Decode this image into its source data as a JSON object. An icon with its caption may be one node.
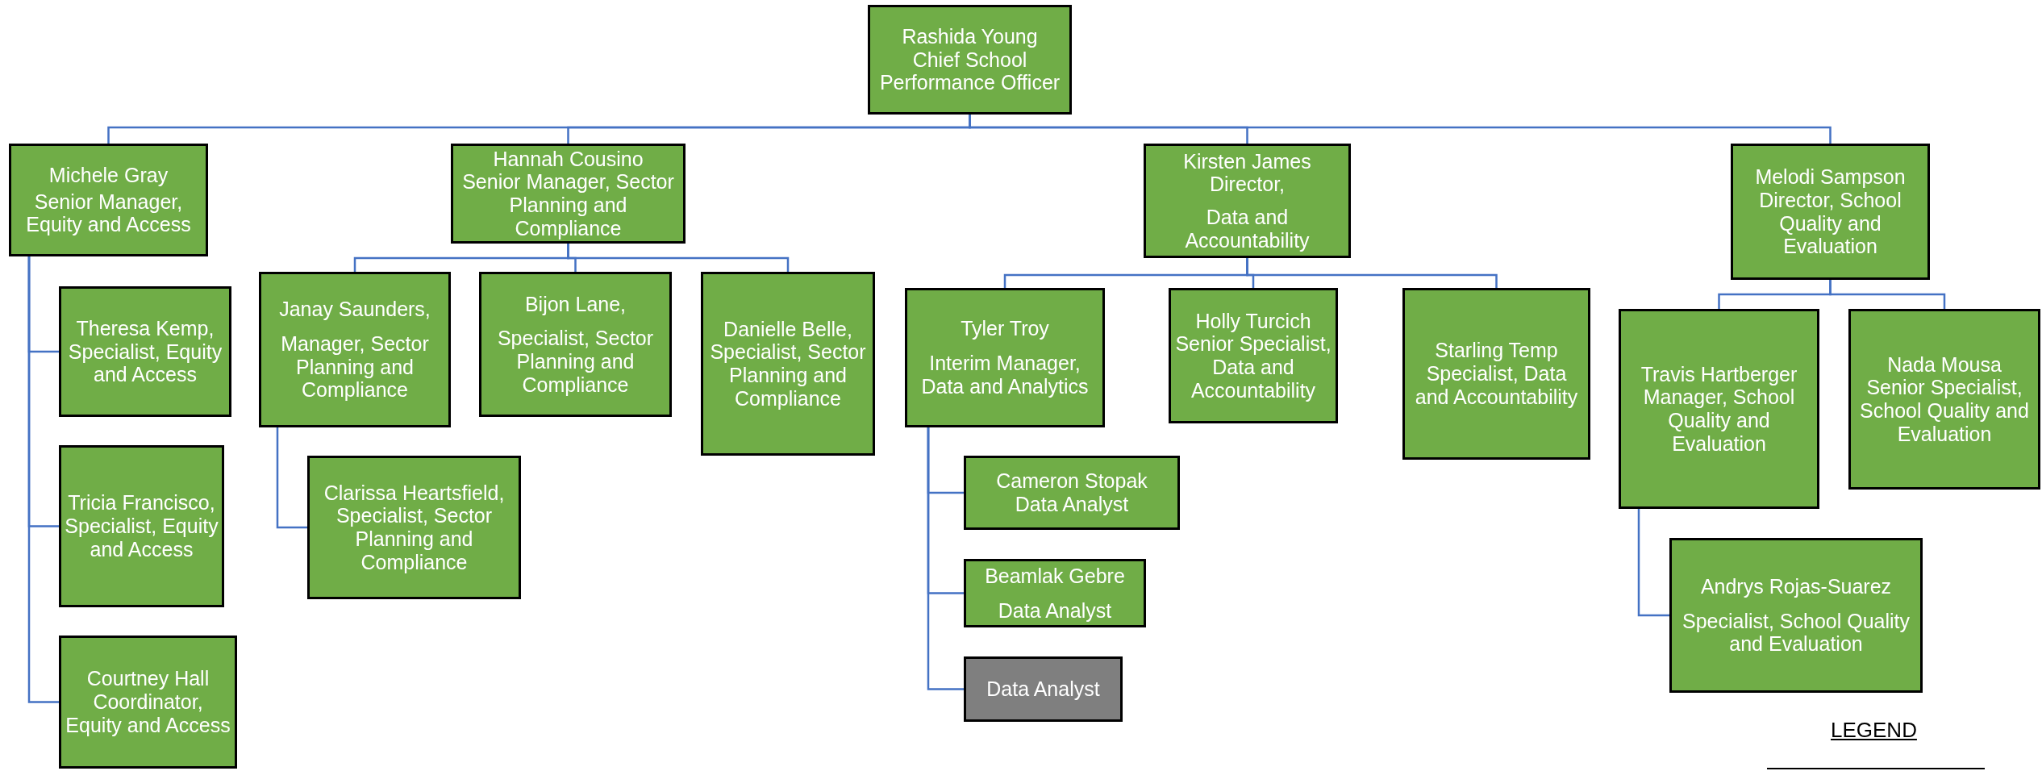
{
  "diagram": {
    "nodes": [
      {
        "text": [
          "Rashida Young",
          "Chief School Performance Officer"
        ]
      },
      {
        "text": [
          "Michele Gray",
          "Senior Manager, Equity and Access"
        ]
      },
      {
        "text": [
          "Hannah Cousino",
          "Senior Manager, Sector Planning and Compliance"
        ]
      },
      {
        "text": [
          "Kirsten James Director,",
          "Data and Accountability"
        ]
      },
      {
        "text": [
          "Melodi Sampson",
          "Director, School Quality and Evaluation"
        ]
      },
      {
        "text": [
          "Theresa Kemp,",
          "Specialist, Equity and Access"
        ]
      },
      {
        "text": [
          "Tricia Francisco,",
          "Specialist, Equity and Access"
        ]
      },
      {
        "text": [
          "Courtney Hall",
          "Coordinator, Equity and Access"
        ]
      },
      {
        "text": [
          "Janay Saunders,",
          "Manager, Sector Planning and Compliance"
        ]
      },
      {
        "text": [
          "Bijon Lane,",
          "Specialist, Sector Planning and Compliance"
        ]
      },
      {
        "text": [
          "Danielle Belle,",
          "Specialist, Sector Planning and Compliance"
        ]
      },
      {
        "text": [
          "Clarissa Heartsfield,",
          "Specialist, Sector Planning and Compliance"
        ]
      },
      {
        "text": [
          "Tyler Troy",
          "Interim Manager, Data and Analytics"
        ]
      },
      {
        "text": [
          "Holly Turcich",
          "Senior Specialist, Data and Accountability"
        ]
      },
      {
        "text": [
          "Starling Temp",
          "Specialist, Data and Accountability"
        ]
      },
      {
        "text": [
          "Cameron Stopak",
          "Data Analyst"
        ]
      },
      {
        "text": [
          "Beamlak Gebre",
          "Data Analyst"
        ]
      },
      {
        "text": [
          "Data Analyst"
        ]
      },
      {
        "text": [
          "Travis Hartberger",
          "Manager, School Quality and Evaluation"
        ]
      },
      {
        "text": [
          "Nada Mousa",
          "Senior Specialist, School Quality and Evaluation"
        ]
      },
      {
        "text": [
          "Andrys Rojas-Suarez",
          "Specialist, School Quality and Evaluation"
        ]
      }
    ],
    "edges": [
      {
        "from": 0,
        "to": 1,
        "arrow": "none"
      },
      {
        "from": 0,
        "to": 2,
        "arrow": "none"
      },
      {
        "from": 0,
        "to": 3,
        "arrow": "none"
      },
      {
        "from": 0,
        "to": 4,
        "arrow": "none"
      },
      {
        "from": 1,
        "to": 5,
        "arrow": "none"
      },
      {
        "from": 1,
        "to": 6,
        "arrow": "none"
      },
      {
        "from": 1,
        "to": 7,
        "arrow": "none"
      },
      {
        "from": 2,
        "to": 8,
        "arrow": "none"
      },
      {
        "from": 2,
        "to": 9,
        "arrow": "none"
      },
      {
        "from": 2,
        "to": 10,
        "arrow": "none"
      },
      {
        "from": 8,
        "to": 11,
        "arrow": "none"
      },
      {
        "from": 3,
        "to": 12,
        "arrow": "none"
      },
      {
        "from": 3,
        "to": 13,
        "arrow": "none"
      },
      {
        "from": 3,
        "to": 14,
        "arrow": "none"
      },
      {
        "from": 12,
        "to": 15,
        "arrow": "none"
      },
      {
        "from": 12,
        "to": 16,
        "arrow": "none"
      },
      {
        "from": 12,
        "to": 17,
        "arrow": "none"
      },
      {
        "from": 4,
        "to": 18,
        "arrow": "none"
      },
      {
        "from": 4,
        "to": 19,
        "arrow": "none"
      },
      {
        "from": 18,
        "to": 20,
        "arrow": "none"
      }
    ],
    "labels": [
      "LEGEND"
    ]
  }
}
